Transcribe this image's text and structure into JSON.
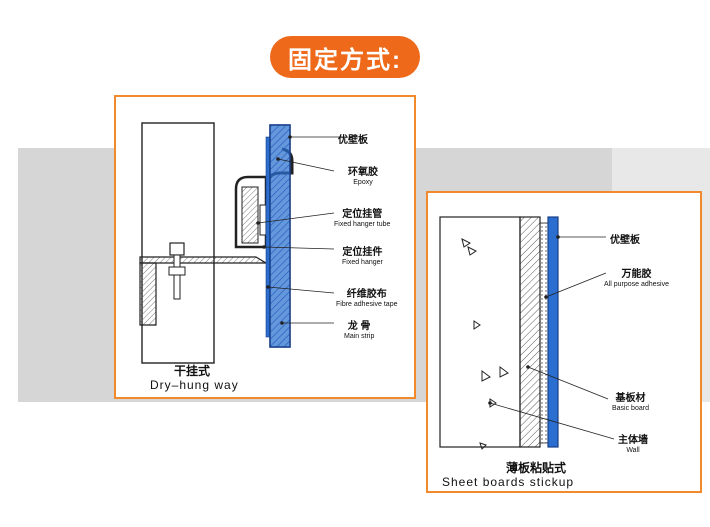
{
  "header": {
    "title": "固定方式:"
  },
  "dry_hung": {
    "caption_cn": "干挂式",
    "caption_en": "Dry–hung way",
    "labels": [
      {
        "cn": "优壁板",
        "en": ""
      },
      {
        "cn": "环氧胶",
        "en": "Epoxy"
      },
      {
        "cn": "定位挂管",
        "en": "Fixed hanger tube"
      },
      {
        "cn": "定位挂件",
        "en": "Fixed hanger"
      },
      {
        "cn": "纤维胶布",
        "en": "Fibre adhesive tape"
      },
      {
        "cn": "龙 骨",
        "en": "Main strip"
      }
    ]
  },
  "stickup": {
    "caption_cn": "薄板粘贴式",
    "caption_en": "Sheet boards stickup",
    "labels": [
      {
        "cn": "优壁板",
        "en": ""
      },
      {
        "cn": "万能胶",
        "en": "All purpose adhesive"
      },
      {
        "cn": "基板材",
        "en": "Basic board"
      },
      {
        "cn": "主体墙",
        "en": "Wall"
      }
    ]
  },
  "colors": {
    "accent_orange": "#ee6a1a",
    "panel_border": "#f08a2a",
    "board_blue": "#2a6fd0",
    "background_gray": "#d6d6d6"
  }
}
